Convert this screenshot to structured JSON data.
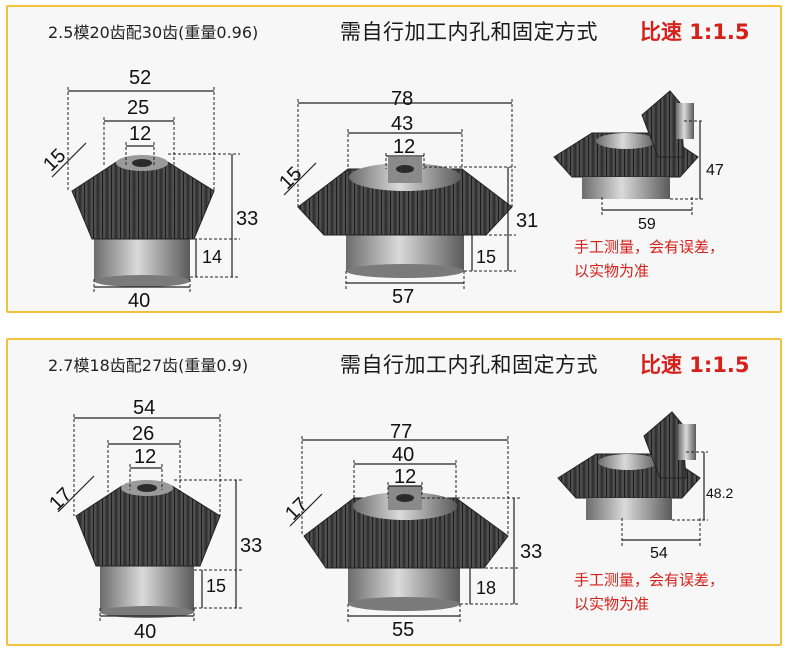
{
  "panels": [
    {
      "spec": "2.5模20齿配30齿(重量0.96)",
      "heading": "需自行加工内孔和固定方式",
      "ratio": "比速  1:1.5",
      "small_gear": {
        "outer": "52",
        "mid": "25",
        "bore": "12",
        "tooth": "15",
        "height": "33",
        "hub_height": "14",
        "hub_dia": "40"
      },
      "large_gear": {
        "outer": "78",
        "mid": "43",
        "bore": "12",
        "tooth": "15",
        "height": "31",
        "hub_height": "15",
        "hub_dia": "57"
      },
      "pair": {
        "height": "47",
        "width": "59"
      },
      "note": [
        "手工测量，会有误差，",
        "以实物为准"
      ]
    },
    {
      "spec": "2.7模18齿配27齿(重量0.9)",
      "heading": "需自行加工内孔和固定方式",
      "ratio": "比速  1:1.5",
      "small_gear": {
        "outer": "54",
        "mid": "26",
        "bore": "12",
        "tooth": "17",
        "height": "33",
        "hub_height": "15",
        "hub_dia": "40"
      },
      "large_gear": {
        "outer": "77",
        "mid": "40",
        "bore": "12",
        "tooth": "17",
        "height": "33",
        "hub_height": "18",
        "hub_dia": "55"
      },
      "pair": {
        "height": "48.2",
        "width": "54"
      },
      "note": [
        "手工测量，会有误差，",
        "以实物为准"
      ]
    }
  ],
  "colors": {
    "border": "#f3c23b",
    "accent": "#d6201a",
    "metal_dark": "#3a3a3a",
    "metal_light": "#cfcfcf"
  }
}
